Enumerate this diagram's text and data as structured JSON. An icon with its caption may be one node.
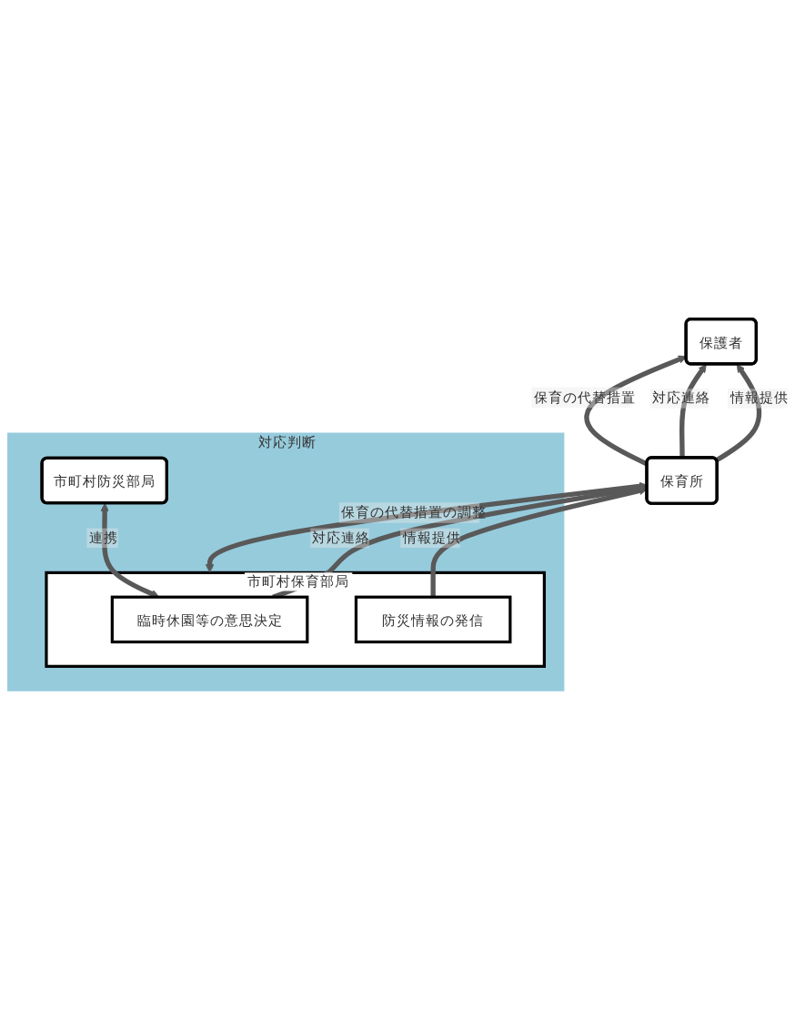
{
  "diagram": {
    "nodes": [
      {
        "text": [
          "対応判断"
        ]
      },
      {
        "text": [
          "市町村保育部局"
        ],
        "in": 0
      },
      {
        "text": [
          "防災情報の発信"
        ],
        "in": 1
      },
      {
        "text": [
          "臨時休園等の意思決定"
        ],
        "in": 1
      },
      {
        "text": [
          "市町村防災部局"
        ],
        "in": 0
      },
      {
        "text": [
          "保育所"
        ]
      },
      {
        "text": [
          "保護者"
        ]
      }
    ],
    "edges": [
      {
        "from": 2,
        "to": 5,
        "arrow": "to",
        "label": "情報提供"
      },
      {
        "from": 3,
        "to": 5,
        "arrow": "to",
        "label": "対応連絡"
      },
      {
        "from": 1,
        "to": 5,
        "arrow": "both",
        "label": "保育の代替措置の調整"
      },
      {
        "from": 3,
        "to": 4,
        "arrow": "both",
        "label": "連携"
      },
      {
        "from": 5,
        "to": 6,
        "arrow": "to",
        "label": "情報提供"
      },
      {
        "from": 5,
        "to": 6,
        "arrow": "to",
        "label": "対応連絡"
      },
      {
        "from": 5,
        "to": 6,
        "arrow": "to",
        "label": "保育の代替措置"
      }
    ]
  }
}
